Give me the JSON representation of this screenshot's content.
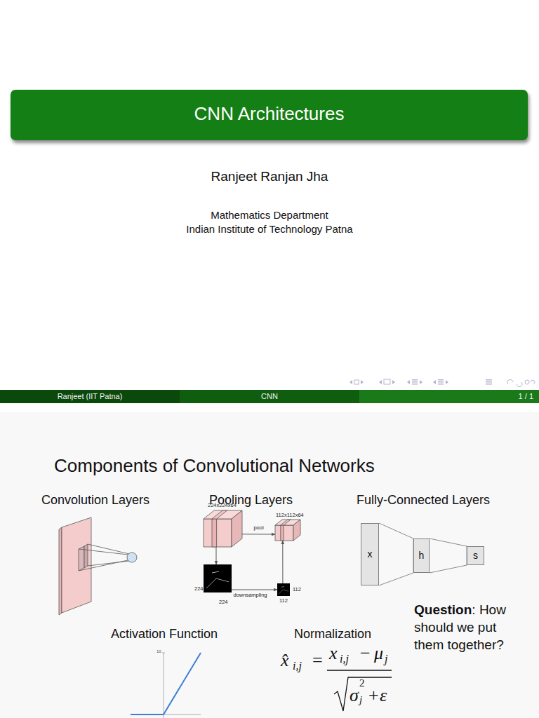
{
  "diagram": {
    "title": "Components of Convolutional Networks",
    "nodes": [
      {
        "text": [
          "CNN Architectures"
        ]
      },
      {
        "text": [
          "Ranjeet (IIT Patna)"
        ]
      },
      {
        "text": [
          "CNN"
        ]
      },
      {
        "text": [
          "1 / 1"
        ]
      },
      {
        "text": [
          "224x224x64"
        ]
      },
      {
        "text": [
          "112x112x64"
        ]
      },
      {
        "text": [
          "224",
          "224"
        ]
      },
      {
        "text": [
          "112",
          "112"
        ]
      },
      {
        "text": [
          "x"
        ]
      },
      {
        "text": [
          "h"
        ]
      },
      {
        "text": [
          "s"
        ]
      }
    ],
    "edges": [
      {
        "from": 4,
        "to": 5,
        "label": "pool",
        "arrow": "to"
      },
      {
        "from": 4,
        "to": 6,
        "arrow": "to"
      },
      {
        "from": 6,
        "to": 7,
        "label": "downsampling",
        "arrow": "to"
      },
      {
        "from": 7,
        "to": 5,
        "arrow": "to"
      },
      {
        "from": 8,
        "to": 9,
        "arrow": "none"
      },
      {
        "from": 9,
        "to": 10,
        "arrow": "none"
      }
    ],
    "labels": [
      "Ranjeet Ranjan Jha",
      "Mathematics Department",
      "Indian Institute of Technology Patna",
      "Convolution Layers",
      "Pooling Layers",
      "Fully-Connected Layers",
      "Question",
      ": How should we put them together?",
      "Activation Function",
      "10",
      "Normalization",
      "x̂",
      "i,j",
      "=",
      "x",
      "i,j",
      "−",
      "μ",
      "j",
      "σ",
      "2",
      "j",
      "+",
      "ε"
    ]
  }
}
